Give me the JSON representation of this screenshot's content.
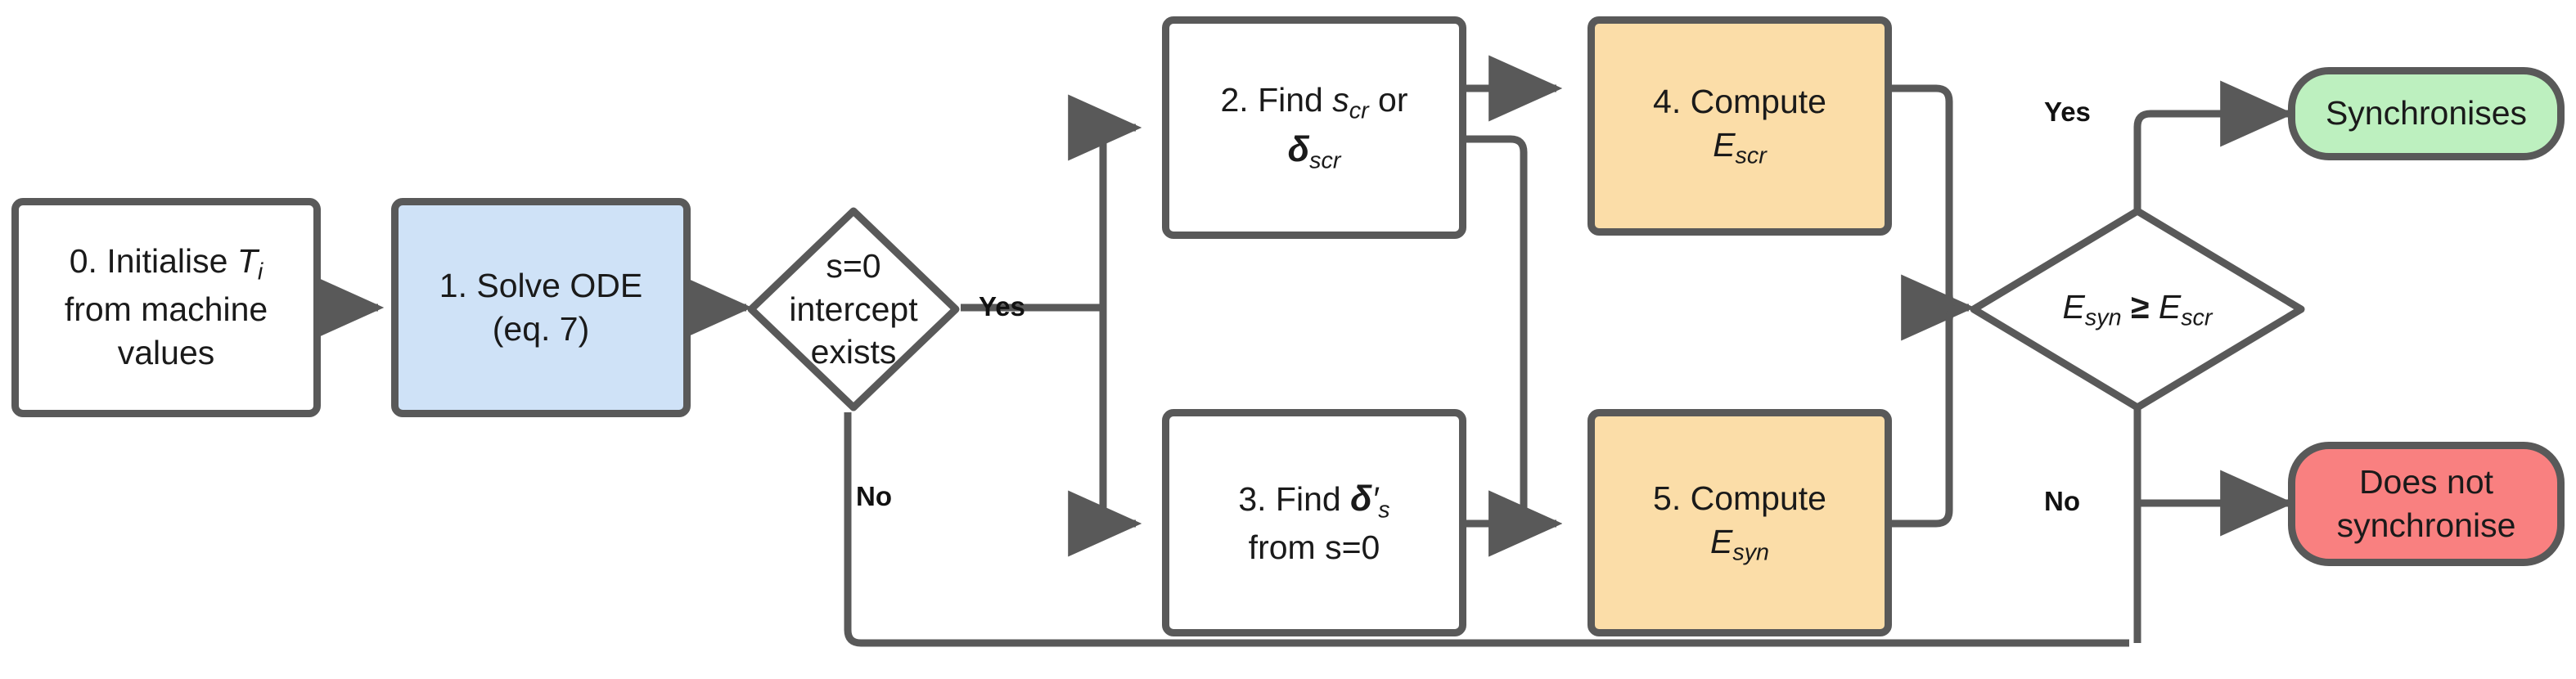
{
  "diagram": {
    "title": "Synchronisation decision flowchart",
    "colors": {
      "border": "#595959",
      "process_white": "#ffffff",
      "process_blue": "#cfe2f7",
      "process_orange": "#fbdda8",
      "terminal_green": "#bdf0bf",
      "terminal_red": "#f98080",
      "text": "#1a1a1a",
      "background": "#ffffff"
    },
    "nodes": [
      {
        "id": "step0",
        "shape": "process",
        "fill": "#ffffff",
        "lines": [
          "0. Initialise T_i",
          "from machine",
          "values"
        ],
        "plain": "0. Initialise Ti from machine values"
      },
      {
        "id": "step1",
        "shape": "process",
        "fill": "#cfe2f7",
        "lines": [
          "1. Solve ODE",
          "(eq. 7)"
        ],
        "plain": "1. Solve ODE (eq. 7)"
      },
      {
        "id": "decision1",
        "shape": "diamond",
        "fill": "#ffffff",
        "lines": [
          "s=0",
          "intercept",
          "exists"
        ],
        "plain": "s=0 intercept exists"
      },
      {
        "id": "step2",
        "shape": "process",
        "fill": "#ffffff",
        "lines": [
          "2. Find s_cr or",
          "delta_scr"
        ],
        "plain": "2. Find scr or δscr"
      },
      {
        "id": "step3",
        "shape": "process",
        "fill": "#ffffff",
        "lines": [
          "3. Find delta'_s",
          "from s=0"
        ],
        "plain": "3. Find δ's from s=0"
      },
      {
        "id": "step4",
        "shape": "process",
        "fill": "#fbdda8",
        "lines": [
          "4. Compute",
          "E_scr"
        ],
        "plain": "4. Compute Escr"
      },
      {
        "id": "step5",
        "shape": "process",
        "fill": "#fbdda8",
        "lines": [
          "5. Compute",
          "E_syn"
        ],
        "plain": "5. Compute Esyn"
      },
      {
        "id": "decision2",
        "shape": "diamond",
        "fill": "#ffffff",
        "lines": [
          "E_syn >= E_scr"
        ],
        "plain": "Esyn ≥ Escr"
      },
      {
        "id": "terminal_yes",
        "shape": "terminal",
        "fill": "#bdf0bf",
        "lines": [
          "Synchronises"
        ],
        "plain": "Synchronises"
      },
      {
        "id": "terminal_no",
        "shape": "terminal",
        "fill": "#f98080",
        "lines": [
          "Does not",
          "synchronise"
        ],
        "plain": "Does not synchronise"
      }
    ],
    "edge_labels": {
      "d1_yes": "Yes",
      "d1_no": "No",
      "d2_yes": "Yes",
      "d2_no": "No"
    },
    "node_text": {
      "step0_l1_a": "0. Initialise ",
      "step0_l1_var": "T",
      "step0_l1_sub": "i",
      "step0_l2": "from machine",
      "step0_l3": "values",
      "step1_l1": "1. Solve ODE",
      "step1_l2": "(eq. 7)",
      "decision1_l1": "s=0",
      "decision1_l2": "intercept",
      "decision1_l3": "exists",
      "step2_l1_a": "2. Find ",
      "step2_l1_var": "s",
      "step2_l1_sub": "cr",
      "step2_l1_b": " or",
      "step2_l2_var": "δ",
      "step2_l2_sub": "scr",
      "step3_l1_a": "3. Find ",
      "step3_l1_var": "δ",
      "step3_l1_prime": "′",
      "step3_l1_sub": "s",
      "step3_l2": "from s=0",
      "step4_l1": "4. Compute",
      "step4_l2_var": "E",
      "step4_l2_sub": "scr",
      "step5_l1": "5. Compute",
      "step5_l2_var": "E",
      "step5_l2_sub": "syn",
      "decision2_var1": "E",
      "decision2_sub1": "syn",
      "decision2_op": " ≥ ",
      "decision2_var2": "E",
      "decision2_sub2": "scr",
      "terminal_yes": "Synchronises",
      "terminal_no_l1": "Does not",
      "terminal_no_l2": "synchronise"
    }
  }
}
